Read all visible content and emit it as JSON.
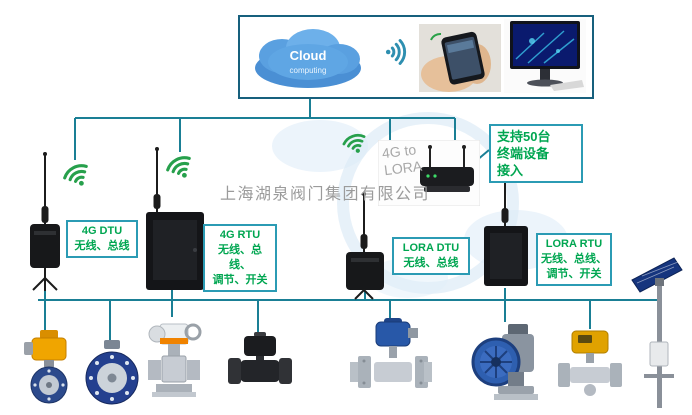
{
  "company_watermark": "上海湖泉阀门集团有限公司",
  "top_box": {
    "cloud_title": "Cloud",
    "cloud_subtitle": "computing"
  },
  "gateway": {
    "label_line1": "4G to",
    "label_line2": "LORA"
  },
  "callout": {
    "line1": "支持50台",
    "line2": "终端设备",
    "line3": "接入"
  },
  "device_labels": [
    {
      "title": "4G DTU",
      "lines": [
        "无线、总线"
      ]
    },
    {
      "title": "4G RTU",
      "lines": [
        "无线、总线、",
        "调节、开关"
      ]
    },
    {
      "title": "LORA DTU",
      "lines": [
        "无线、总线"
      ]
    },
    {
      "title": "LORA RTU",
      "lines": [
        "无线、总线、",
        "调节、开关"
      ]
    }
  ],
  "colors": {
    "connector_line": "#1a7f95",
    "label_text_green": "#00a651",
    "label_border_teal": "#2b9bb4",
    "watermark_gray": "#9b9b9b",
    "gateway_text_gray": "#a8a8a8",
    "wifi_green": "#27a04c",
    "cloud_blue": "#5aa0e0"
  }
}
